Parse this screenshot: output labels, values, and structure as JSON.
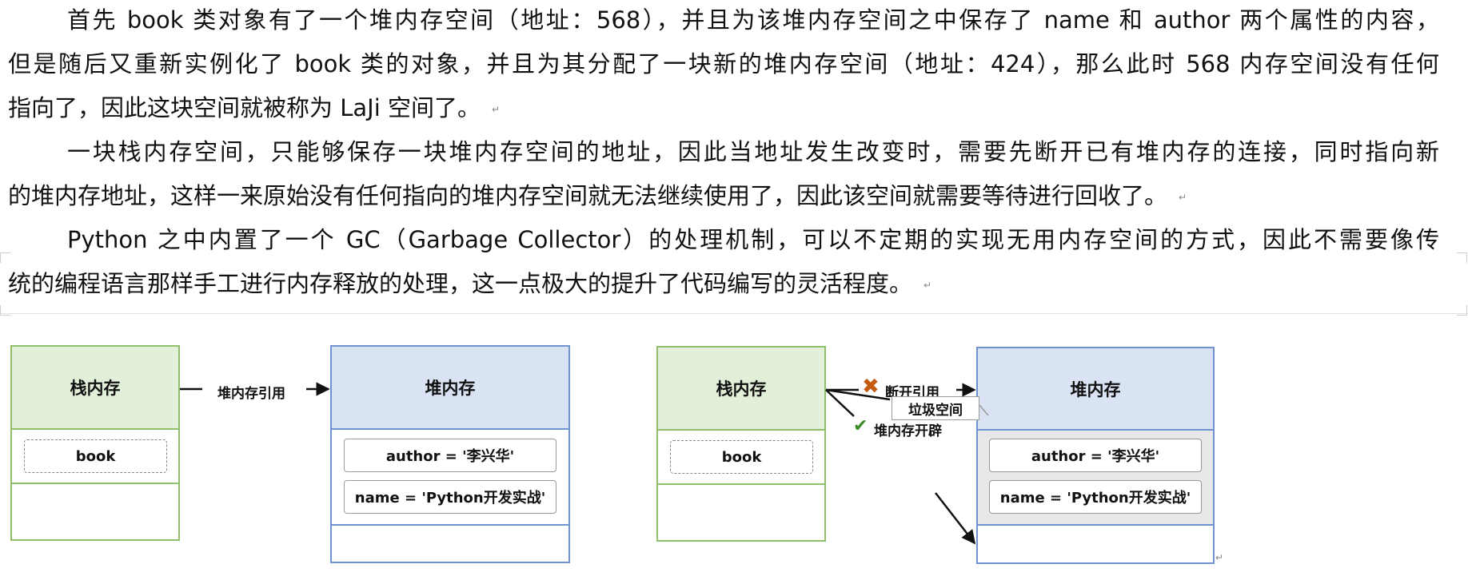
{
  "document": {
    "paragraphs": [
      {
        "lines": [
          "首先 book 类对象有了一个堆内存空间（地址：568），并且为该堆内存空间之中保存了 name 和 author 两个属性的内容，",
          "但是随后又重新实例化了 book 类的对象，并且为其分配了一块新的堆内存空间（地址：424），那么此时 568 内存空间没有任何",
          "指向了，因此这块空间就被称为 LaJi 空间了。"
        ]
      },
      {
        "lines": [
          "一块栈内存空间，只能够保存一块堆内存空间的地址，因此当地址发生改变时，需要先断开已有堆内存的连接，同时指向新",
          "的堆内存地址，这样一来原始没有任何指向的堆内存空间就无法继续使用了，因此该空间就需要等待进行回收了。"
        ]
      },
      {
        "lines": [
          "Python 之中内置了一个 GC（Garbage Collector）的处理机制，可以不定期的实现无用内存空间的方式，因此不需要像传",
          "统的编程语言那样手工进行内存释放的处理，这一点极大的提升了代码编写的灵活程度。"
        ]
      }
    ],
    "paragraph_mark": "↵"
  },
  "diagram_left": {
    "stack_title": "栈内存",
    "stack_cell": "book",
    "heap_title": "堆内存",
    "heap_cells": [
      "author = '李兴华'",
      "name = 'Python开发实战'"
    ],
    "arrow_label": "堆内存引用"
  },
  "diagram_right": {
    "stack_title": "栈内存",
    "stack_cell": "book",
    "heap_title": "堆内存",
    "heap_cells": [
      "author = '李兴华'",
      "name = 'Python开发实战'"
    ],
    "break_label": "断开引用",
    "garbage_label": "垃圾空间",
    "new_label": "堆内存开辟",
    "break_icon": "x-icon",
    "new_icon": "check-icon",
    "colors": {
      "break": "#c55a11",
      "new": "#3a8a2a"
    }
  }
}
